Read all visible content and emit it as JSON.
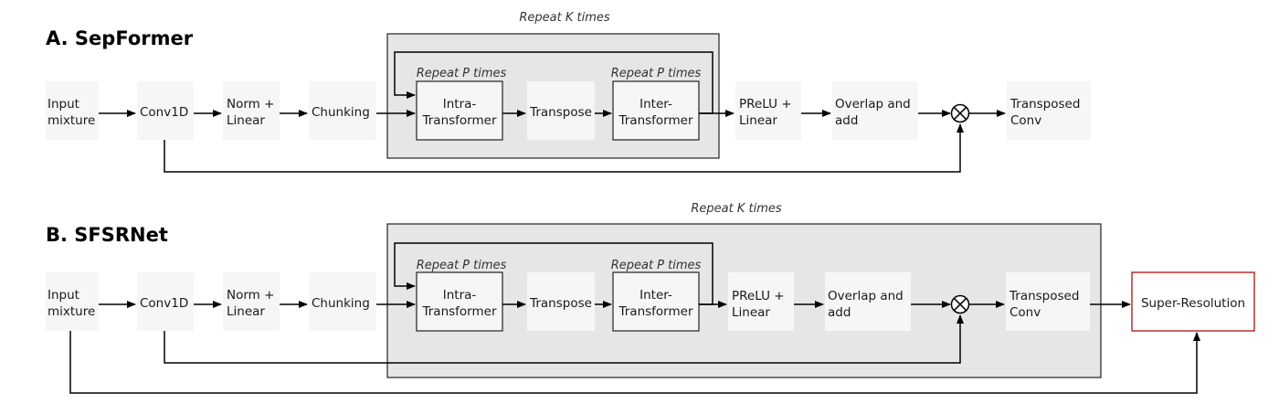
{
  "diagram_a": {
    "title": "A. SepFormer",
    "repeat_k": "Repeat K times",
    "repeat_p_intra": "Repeat P times",
    "repeat_p_inter": "Repeat P times",
    "input": [
      "Input",
      "mixture"
    ],
    "conv1d": "Conv1D",
    "norm": [
      "Norm +",
      "Linear"
    ],
    "chunking": "Chunking",
    "intra": [
      "Intra-",
      "Transformer"
    ],
    "transpose": "Transpose",
    "inter": [
      "Inter-",
      "Transformer"
    ],
    "prelu": [
      "PReLU +",
      "Linear"
    ],
    "overlap": [
      "Overlap and",
      "add"
    ],
    "transposed_conv": [
      "Transposed",
      "Conv"
    ]
  },
  "diagram_b": {
    "title": "B. SFSRNet",
    "repeat_k": "Repeat K times",
    "repeat_p_intra": "Repeat P times",
    "repeat_p_inter": "Repeat P times",
    "input": [
      "Input",
      "mixture"
    ],
    "conv1d": "Conv1D",
    "norm": [
      "Norm +",
      "Linear"
    ],
    "chunking": "Chunking",
    "intra": [
      "Intra-",
      "Transformer"
    ],
    "transpose": "Transpose",
    "inter": [
      "Inter-",
      "Transformer"
    ],
    "prelu": [
      "PReLU +",
      "Linear"
    ],
    "overlap": [
      "Overlap and",
      "add"
    ],
    "transposed_conv": [
      "Transposed",
      "Conv"
    ],
    "super_resolution": "Super-Resolution"
  },
  "colors": {
    "group_fill": "#e6e6e6",
    "node_fill": "#f6f6f6",
    "super_resolution_border": "#b22222"
  }
}
